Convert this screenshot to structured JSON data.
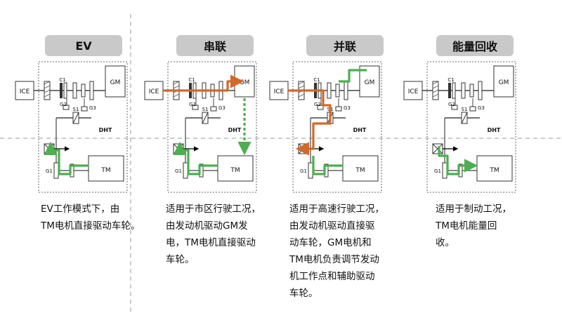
{
  "colors": {
    "engine_path": "#d0692a",
    "electric_path": "#4caf50",
    "title_box": "#c9c9c9",
    "divider": "#999999"
  },
  "labels": {
    "ice": "ICE",
    "gm": "GM",
    "tm": "TM",
    "dht": "DHT",
    "c1": "C1",
    "g1": "G1",
    "g2": "G2",
    "g3": "G3",
    "s1": "S1"
  },
  "modes": [
    {
      "title": "EV",
      "description": "EV工作模式下，由\nTM电机直接驱动车轮。"
    },
    {
      "title": "串联",
      "description": "适用于市区行驶工况，\n由发动机驱动GM发\n电，TM电机直接驱动\n车轮。"
    },
    {
      "title": "并联",
      "description": "适用于高速行驶工况，\n由发动机驱动直接驱\n动车轮，GM电机和\nTM电机负责调节发动\n机工作点和辅助驱动\n车轮。"
    },
    {
      "title": "能量回收",
      "description": "适用于制动工况，\nTM电机能量回\n收。"
    }
  ]
}
